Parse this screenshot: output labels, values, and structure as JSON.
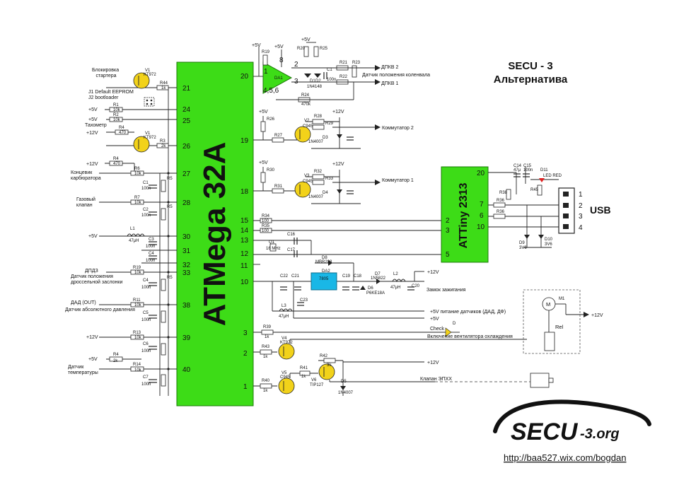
{
  "title": {
    "line1": "SECU - 3",
    "line2": "Альтернатива"
  },
  "chips": {
    "main": "ATMega 32A",
    "usb": "ATTiny 2313",
    "da1": "DA1",
    "da2": "DA2",
    "da2_body": "7805"
  },
  "usb_label": "USB",
  "usb_pins": [
    "1",
    "2",
    "3",
    "4"
  ],
  "main_left_pins": [
    "21",
    "24",
    "25",
    "26",
    "27",
    "28",
    "30",
    "31",
    "32",
    "33",
    "38",
    "39",
    "40"
  ],
  "main_right_pins": [
    "20",
    "19",
    "18",
    "15",
    "14",
    "13",
    "12",
    "11",
    "10",
    "3",
    "2",
    "1"
  ],
  "tiny_left_pins": [
    "2",
    "3",
    "5"
  ],
  "tiny_right_pins": [
    "20",
    "7",
    "6",
    "10"
  ],
  "da1_pins": {
    "p1": "1",
    "p2": "2",
    "p3": "3",
    "p8": "8",
    "p456": "4,5,6"
  },
  "left_labels": {
    "starter_block": "Блокировка\nстартера",
    "eeprom": "J1 Default EEPROM\nJ2 bootloader",
    "tacho": "Тахометр",
    "carb": "Концевик\nкарбюратора",
    "gas": "Газовый\nклапан",
    "dpd": "ДПДЗ",
    "throttle": "Датчик положения\nдроссельной заслонки",
    "dad": "ДАД (OUT)",
    "abs_pressure": "Датчик абсолютного давления",
    "temp": "Датчик\nтемпературы"
  },
  "supply_labels": {
    "p5v": "+5V",
    "p12v": "+12V"
  },
  "right_labels": {
    "dpkv2": "ДПКВ 2",
    "dpkv1": "ДПКВ 1",
    "crank_sensor": "Датчик положения коленвала",
    "comm2": "Коммутатор 2",
    "comm1": "Коммутатор 1",
    "ignition": "Замок зажигания",
    "sensor_power": "+5V питание датчиков (ДАД, ДФ)",
    "p5v": "+5V",
    "check": "Check",
    "fan": "Включение вентилятора охлаждения",
    "p12v": "+12V",
    "epxx": "Клапан ЭПХХ",
    "rel": "Rel",
    "m1": "M1",
    "motor": "M",
    "relay_12v": "+12V"
  },
  "component_labels": {
    "R44": "R44",
    "R44v": "1k",
    "V1": "V1",
    "V1t": "KT972",
    "R1": "R1",
    "R1v": "10k",
    "R2": "R2",
    "R2v": "10k",
    "R4": "R4",
    "R4v": "470",
    "R3": "R3",
    "R3v": "2k",
    "R5": "R5",
    "R6": "R6",
    "R6v": "10k",
    "R7": "R7",
    "R7v": "10k",
    "R19": "R19",
    "R19v": "10k",
    "R11": "R11",
    "R11v": "10k",
    "R13": "R13",
    "R13v": "10k",
    "R14": "R14",
    "R14v": "10k",
    "L1": "L1",
    "L1v": "47μH",
    "C1": "C1",
    "C2": "C2",
    "C3": "C3",
    "C4": "C4",
    "C5": "C5",
    "C6": "C6",
    "C7": "C7",
    "cap100n": "100n",
    "R26": "R26",
    "R27": "R27",
    "R28": "R28",
    "R29": "R29",
    "R30": "R30",
    "R31": "R31",
    "R32": "R32",
    "R33": "R33",
    "R34": "R34",
    "R35": "R35",
    "R36": "R36",
    "R38": "R38",
    "R45": "R45",
    "R20": "R20",
    "R25": "R25",
    "R21": "R21",
    "R22": "R22",
    "R23": "R23",
    "R24": "R24",
    "R24v": "470k",
    "V2": "V2",
    "V3": "V3",
    "C945": "C945",
    "D3": "D3",
    "D4": "D4",
    "D1n4007": "1N4007",
    "D1": "D1",
    "D2": "D2",
    "D1n4148": "1N4148",
    "Q1": "Q1",
    "Q1v": "16 MHz",
    "C16": "C16",
    "C17": "C17",
    "D8": "D8",
    "D8v": "MBR208",
    "D7": "D7",
    "D7v": "1N5822",
    "D6": "D6",
    "D6v": "P6KE18A",
    "L2": "L2",
    "L2v": "47μH",
    "L3": "L3",
    "L3v": "47μH",
    "C18": "C18",
    "C19": "C19",
    "C20": "C20",
    "C21": "C21",
    "C22": "C22",
    "C23": "C23",
    "R39": "R39",
    "R39v": "1k",
    "R43": "R43",
    "R43v": "1k",
    "R42": "R42",
    "R42v": "3k",
    "R41": "R41",
    "R41v": "1k",
    "R40": "R40",
    "R40v": "1k",
    "V4": "V4",
    "V4t": "KT972",
    "V5": "V5",
    "V5t": "C945",
    "V6": "V6",
    "V6t": "TIP127",
    "D5": "D5",
    "D5v": "1N4007",
    "D": "D",
    "C14": "C14",
    "C14v": "47μ",
    "C15": "C15",
    "C15v": "100n",
    "D11": "D11",
    "D11v": "LED RED",
    "D9": "D9",
    "D10": "D10",
    "D9v": "3V6",
    "R100": "100",
    "R180": "180",
    "R1k": "1k"
  },
  "logo": {
    "secu": "SECU",
    "domain": "-3.org"
  },
  "url": "http://baa527.wix.com/bogdan",
  "colors": {
    "chip_green": "#3ddc17",
    "chip_border": "#1d7a0a",
    "da2_cyan": "#19b7e6",
    "led_red": "#e02020",
    "led_yellow": "#f2d21a",
    "wire": "#222222"
  }
}
